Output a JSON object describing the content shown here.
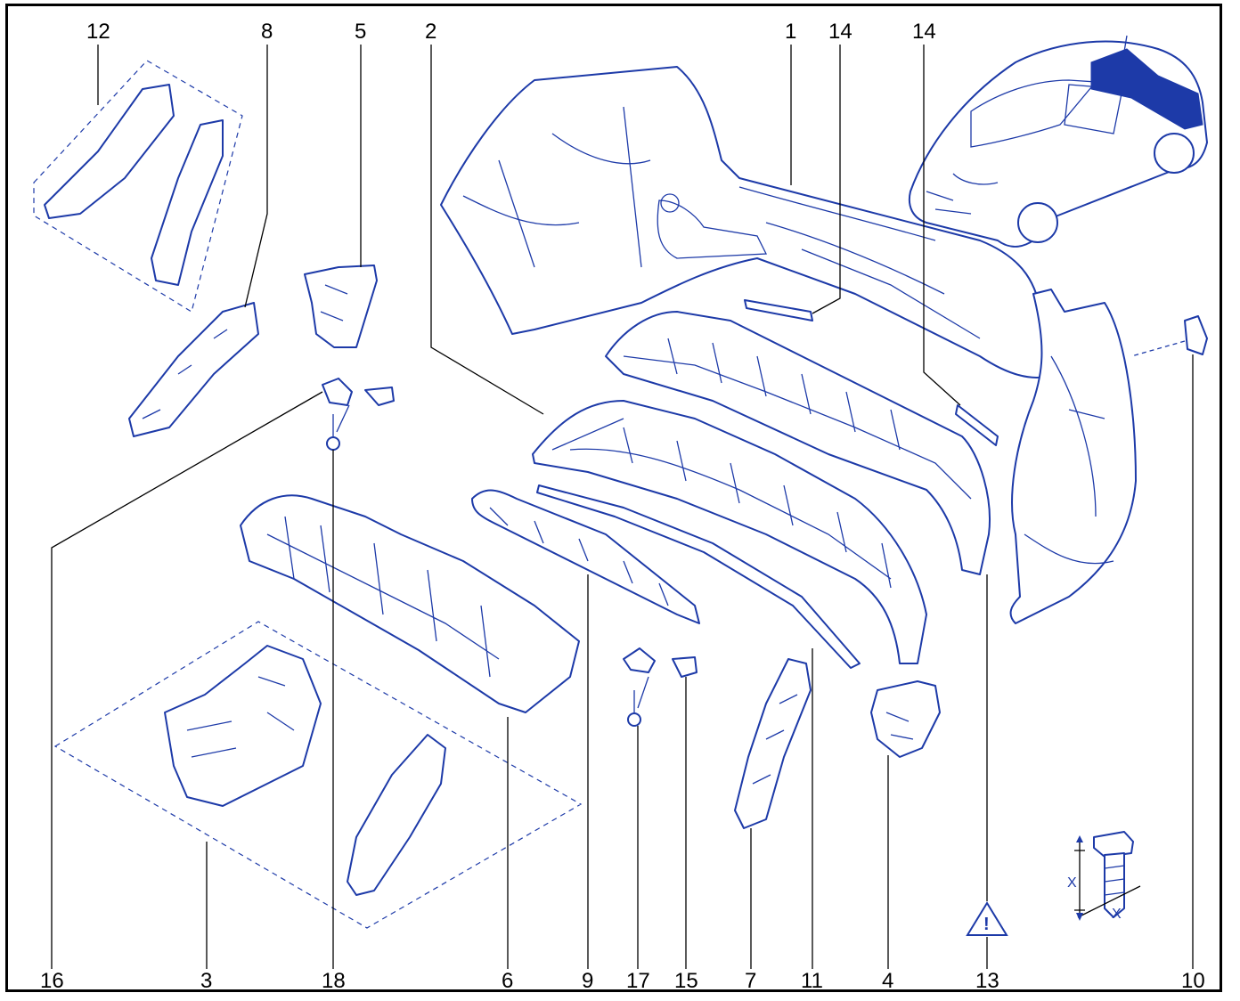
{
  "top_labels": [
    {
      "key": "l12",
      "text": "12"
    },
    {
      "key": "l8",
      "text": "8"
    },
    {
      "key": "l5",
      "text": "5"
    },
    {
      "key": "l2",
      "text": "2"
    },
    {
      "key": "l1",
      "text": "1"
    },
    {
      "key": "l14a",
      "text": "14"
    },
    {
      "key": "l14b",
      "text": "14"
    }
  ],
  "bottom_labels": [
    {
      "key": "l16",
      "text": "16"
    },
    {
      "key": "l3",
      "text": "3"
    },
    {
      "key": "l18",
      "text": "18"
    },
    {
      "key": "l6",
      "text": "6"
    },
    {
      "key": "l9",
      "text": "9"
    },
    {
      "key": "l17",
      "text": "17"
    },
    {
      "key": "l15",
      "text": "15"
    },
    {
      "key": "l7",
      "text": "7"
    },
    {
      "key": "l11",
      "text": "11"
    },
    {
      "key": "l4",
      "text": "4"
    },
    {
      "key": "l13",
      "text": "13"
    },
    {
      "key": "l10",
      "text": "10"
    }
  ],
  "bolt_dimension": {
    "x_label_1": "X",
    "x_label_2": "X"
  },
  "warning_symbol": {
    "glyph": "!"
  },
  "colors": {
    "line": "#1d3aa8",
    "leader": "#000000",
    "background": "#ffffff"
  }
}
